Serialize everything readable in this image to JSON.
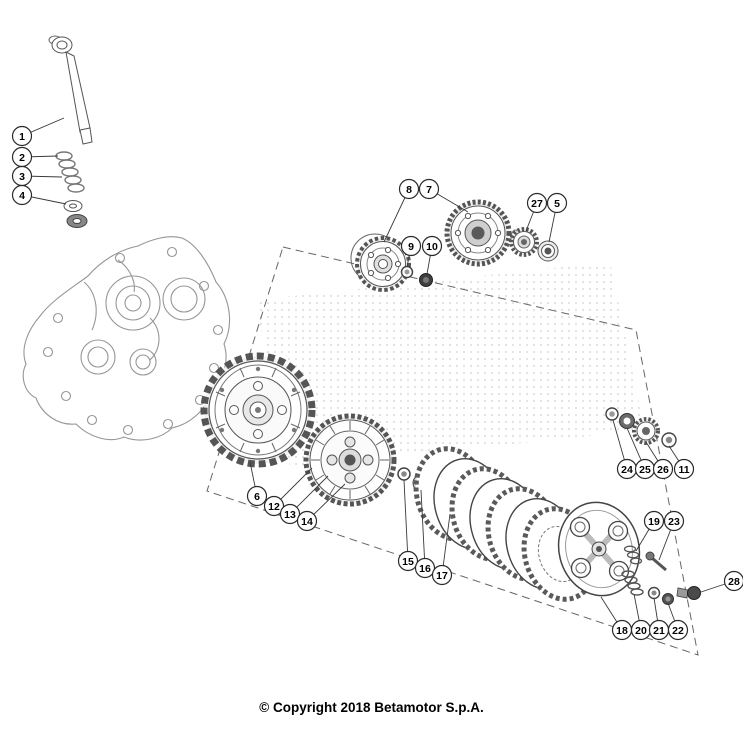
{
  "callouts": [
    "1",
    "2",
    "3",
    "4",
    "5",
    "6",
    "7",
    "8",
    "9",
    "10",
    "11",
    "12",
    "13",
    "14",
    "15",
    "16",
    "17",
    "18",
    "19",
    "20",
    "21",
    "22",
    "23",
    "24",
    "25",
    "26",
    "27",
    "28"
  ],
  "copyright": "© Copyright 2018 Betamotor S.p.A.",
  "colors": {
    "line": "#555555",
    "callout_stroke": "#2a2a2a",
    "case_line": "#969696",
    "watermark_dot": "#c9c9c9"
  }
}
